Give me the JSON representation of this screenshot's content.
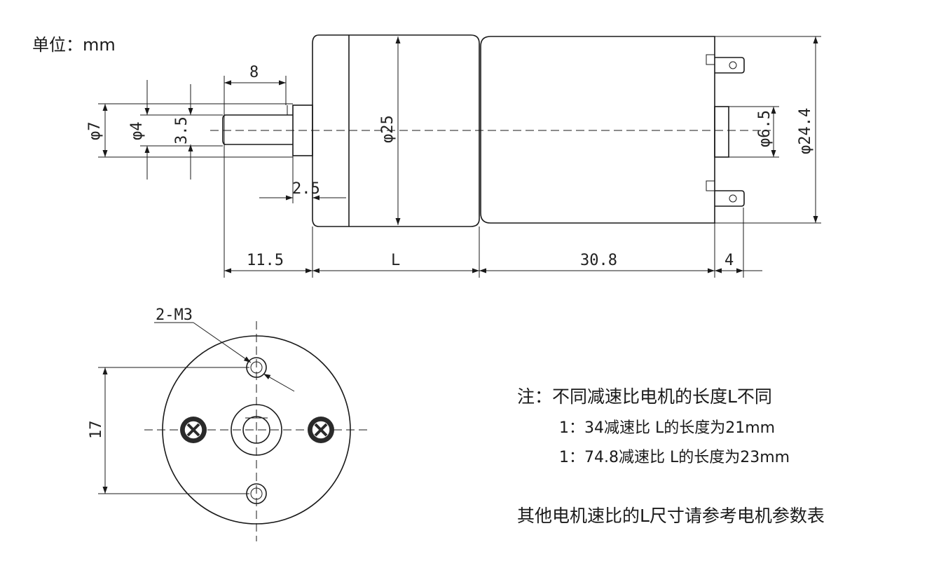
{
  "unit_label": "单位：mm",
  "side_view": {
    "dims": {
      "shaft_len": "8",
      "dia_7": "φ7",
      "dia_4": "φ4",
      "flat": "3.5",
      "boss": "2.5",
      "dia_25": "φ25",
      "dia_6_5": "φ6.5",
      "dia_24_4": "φ24.4",
      "len_11_5": "11.5",
      "len_L": "L",
      "len_30_8": "30.8",
      "len_4": "4"
    }
  },
  "front_view": {
    "thread_label": "2-M3",
    "hole_spacing": "17"
  },
  "notes": {
    "title": "注：不同减速比电机的长度L不同",
    "line1": "1：34减速比 L的长度为21mm",
    "line2": "1：74.8减速比 L的长度为23mm",
    "footer": "其他电机速比的L尺寸请参考电机参数表"
  }
}
